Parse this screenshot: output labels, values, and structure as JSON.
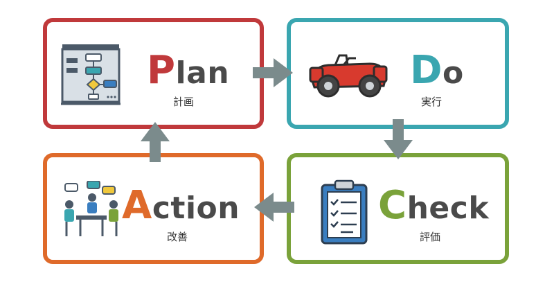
{
  "colors": {
    "plan": "#c0393b",
    "do": "#3aa6b0",
    "check": "#7aa23a",
    "action": "#df6a2a",
    "arrow": "#7b8b8c"
  },
  "cards": {
    "plan": {
      "initial": "P",
      "rest": "lan",
      "subtitle": "計画",
      "icon": "flowchart-icon"
    },
    "do": {
      "initial": "D",
      "rest": "o",
      "subtitle": "実行",
      "icon": "race-car-icon"
    },
    "check": {
      "initial": "C",
      "rest": "heck",
      "subtitle": "評価",
      "icon": "clipboard-checklist-icon"
    },
    "action": {
      "initial": "A",
      "rest": "ction",
      "subtitle": "改善",
      "icon": "team-meeting-icon"
    }
  }
}
